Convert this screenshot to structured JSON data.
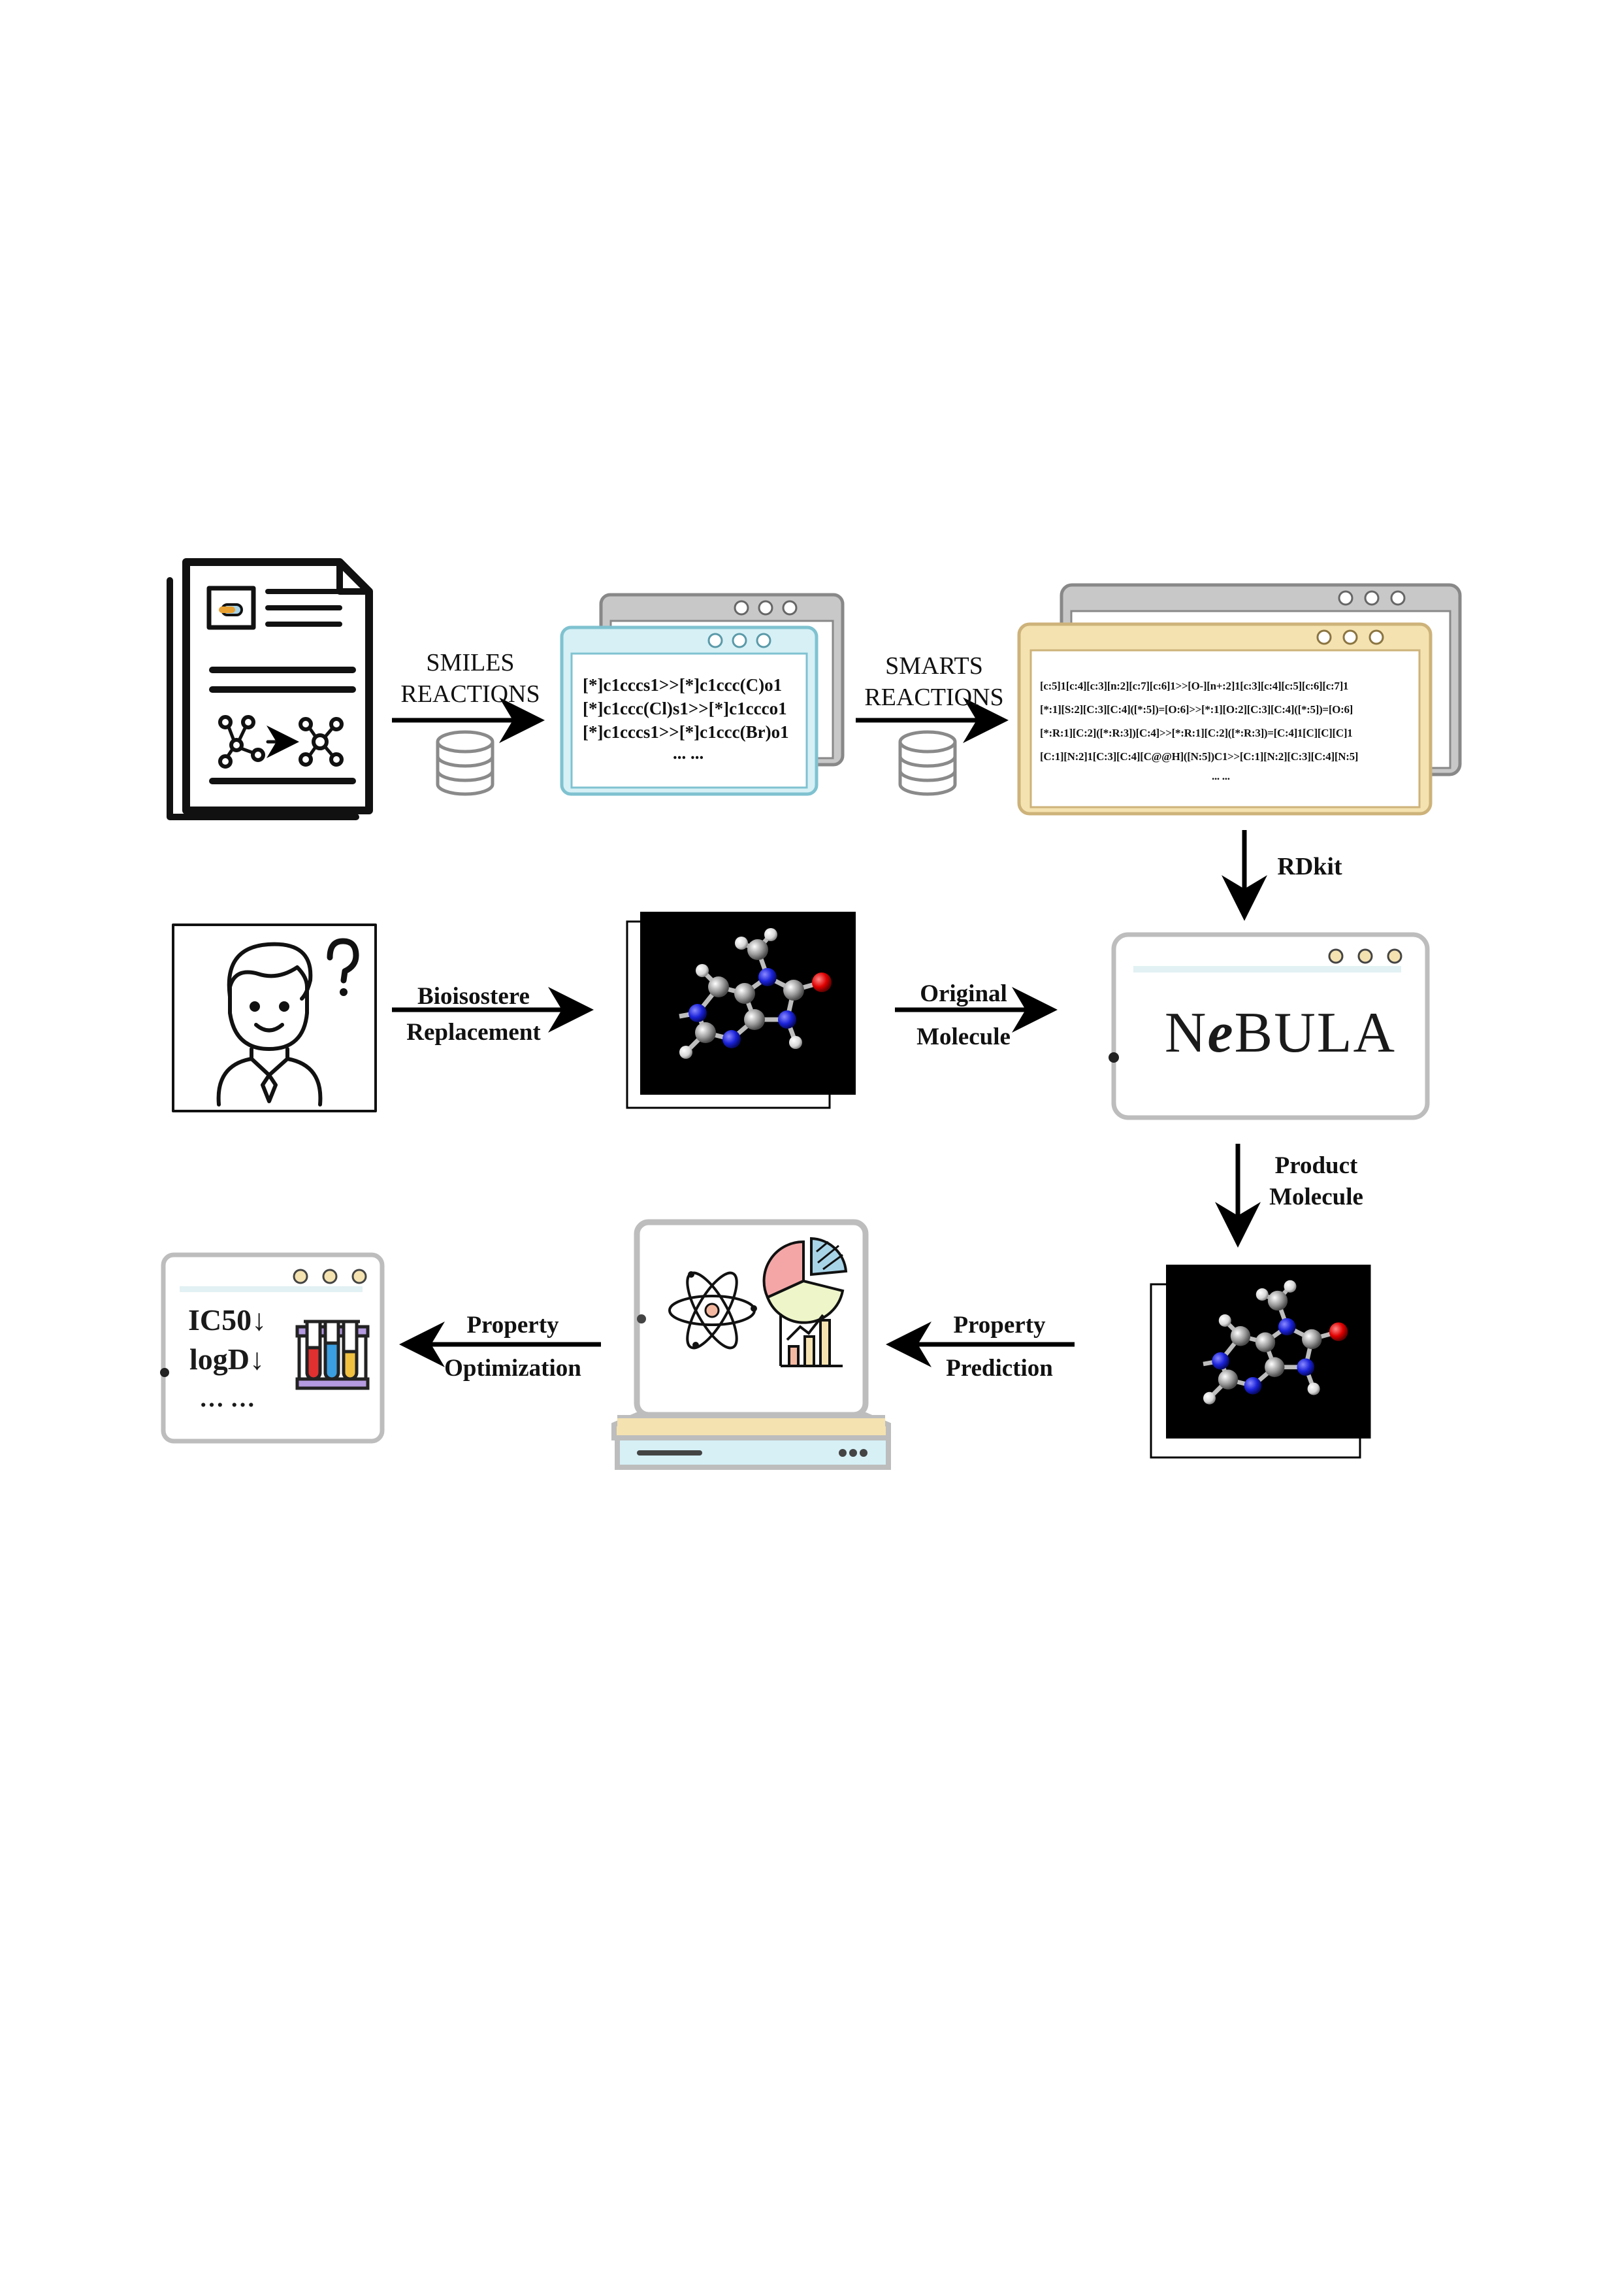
{
  "labels": {
    "smiles": [
      "SMILES",
      "REACTIONS"
    ],
    "smarts": [
      "SMARTS",
      "REACTIONS"
    ],
    "rdkit": "RDkit",
    "bioisostere": [
      "Bioisostere",
      "Replacement"
    ],
    "original": [
      "Original",
      "Molecule"
    ],
    "product": [
      "Product",
      "Molecule"
    ],
    "prediction": [
      "Property",
      "Prediction"
    ],
    "optimization": [
      "Property",
      "Optimization"
    ]
  },
  "smiles_code": [
    "[*]c1cccs1>>[*]c1ccc(C)o1",
    "[*]c1ccc(Cl)s1>>[*]c1ccco1",
    "[*]c1cccs1>>[*]c1ccc(Br)o1",
    "... ..."
  ],
  "smarts_code": [
    "[c:5]1[c:4][c:3][n:2][c:7][c:6]1>>[O-][n+:2]1[c:3][c:4][c:5][c:6][c:7]1",
    "[*:1][S:2][C:3][C:4]([*:5])=[O:6]>>[*:1][O:2][C:3][C:4]([*:5])=[O:6]",
    "[*:R:1][C:2]([*:R:3])[C:4]>>[*:R:1][C:2]([*:R:3])=[C:4]1[C][C][C]1",
    "[C:1][N:2]1[C:3][C:4][C@@H]([N:5])C1>>[C:1][N:2][C:3][C:4][N:5]",
    "... ..."
  ],
  "app_name": {
    "pre": "N",
    "em": "e",
    "post": "BULA"
  },
  "properties": [
    "IC50↓",
    "logD↓",
    "… …"
  ],
  "icons": [
    "document-icon",
    "database-icon",
    "code-window-icon",
    "person-question-icon",
    "molecule-icon",
    "laptop-chart-icon",
    "test-tubes-icon"
  ]
}
